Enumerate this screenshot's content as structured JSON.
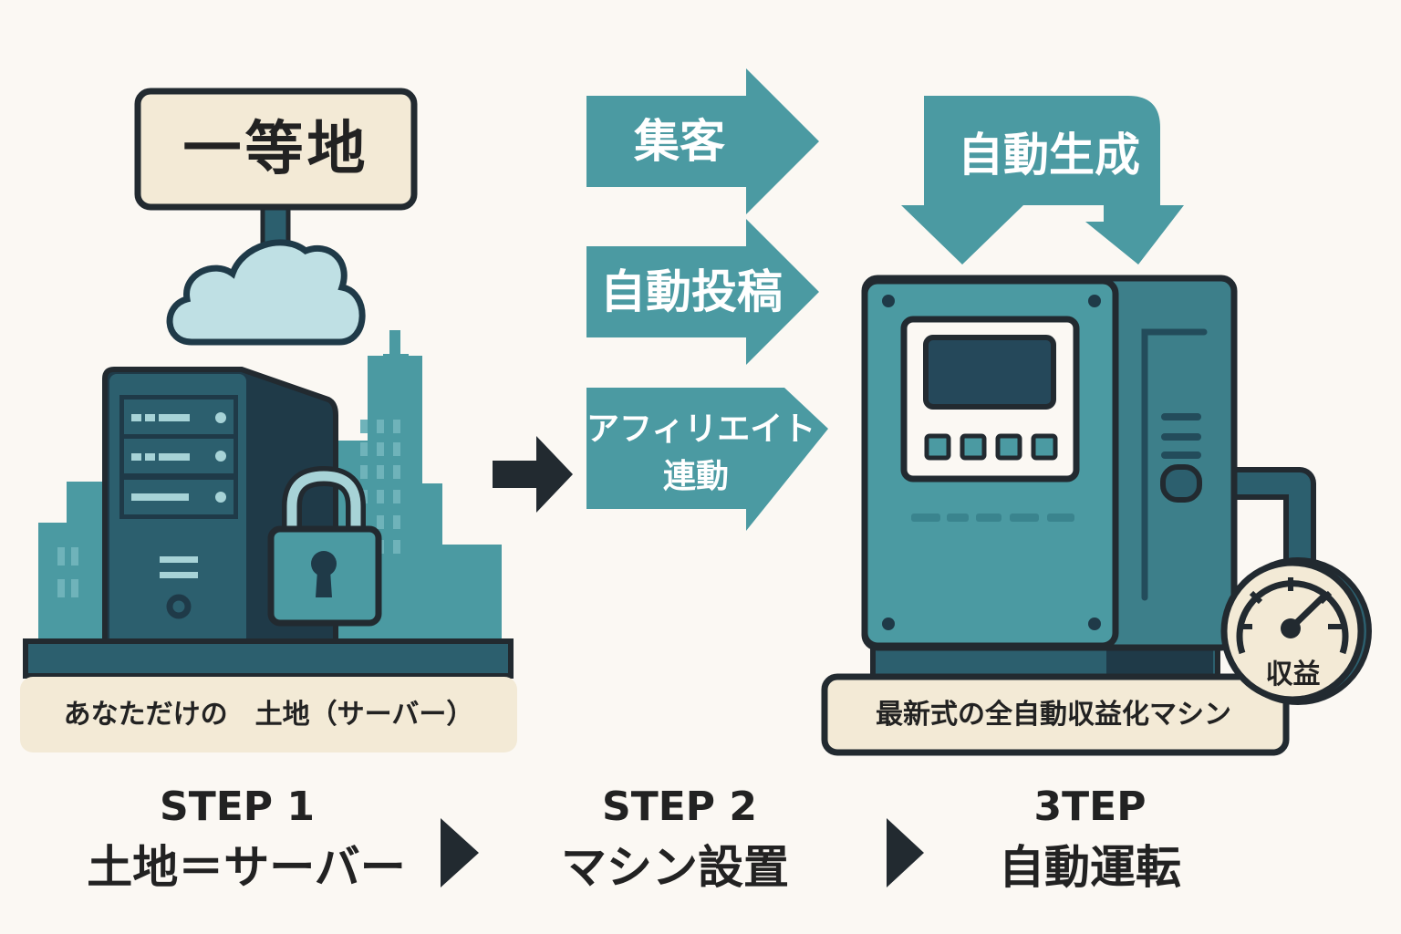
{
  "colors": {
    "background": "#fbf8f3",
    "teal": "#4b9aa2",
    "teal_dark": "#2c5f6e",
    "navy": "#1f3a48",
    "outline": "#222a30",
    "cream": "#f3ead6",
    "cloud": "#bfe0e4"
  },
  "step1": {
    "sign_label": "一等地",
    "caption": "あなただけの　土地（サーバー）",
    "step_title": "STEP 1",
    "step_subtitle": "土地＝サーバー"
  },
  "step2": {
    "arrows": [
      {
        "label": "集客"
      },
      {
        "label": "自動投稿"
      },
      {
        "label_line1": "アフィリエイト",
        "label_line2": "連動"
      }
    ],
    "step_title": "STEP 2",
    "step_subtitle": "マシン設置"
  },
  "step3": {
    "top_arrow_label": "自動生成",
    "machine_caption": "最新式の全自動収益化マシン",
    "gauge_label": "収益",
    "step_title": "3TEP",
    "step_subtitle": "自動運転"
  }
}
